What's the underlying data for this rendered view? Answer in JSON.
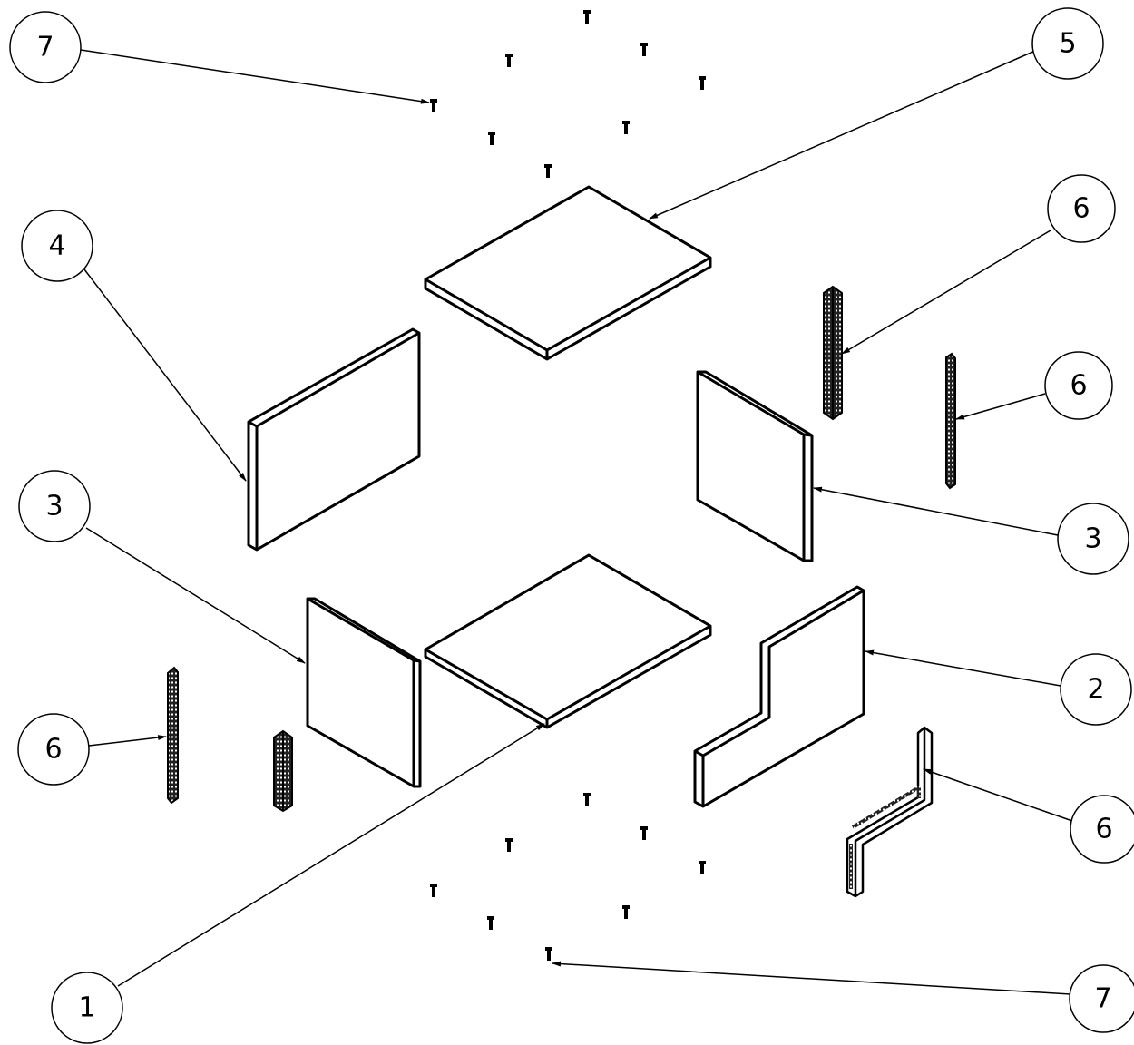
{
  "diagram": {
    "type": "exploded-assembly-drawing",
    "callouts": [
      {
        "id": "callout-7-top",
        "label": "7"
      },
      {
        "id": "callout-5",
        "label": "5"
      },
      {
        "id": "callout-4",
        "label": "4"
      },
      {
        "id": "callout-6-upper-a",
        "label": "6"
      },
      {
        "id": "callout-6-upper-b",
        "label": "6"
      },
      {
        "id": "callout-3-right",
        "label": "3"
      },
      {
        "id": "callout-3-left",
        "label": "3"
      },
      {
        "id": "callout-2",
        "label": "2"
      },
      {
        "id": "callout-6-left",
        "label": "6"
      },
      {
        "id": "callout-6-lower-right",
        "label": "6"
      },
      {
        "id": "callout-1",
        "label": "1"
      },
      {
        "id": "callout-7-bottom",
        "label": "7"
      }
    ]
  }
}
